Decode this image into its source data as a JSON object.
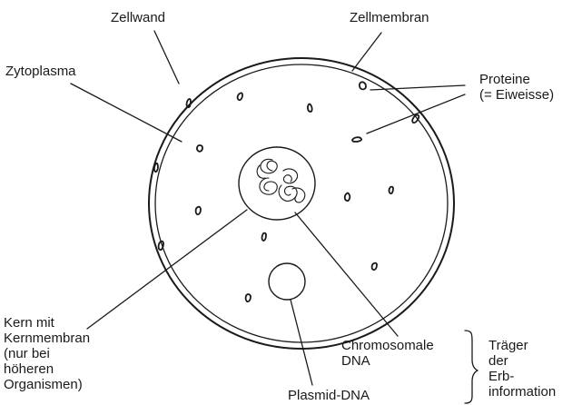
{
  "labels": {
    "zellwand": "Zellwand",
    "zellmembran": "Zellmembran",
    "zytoplasma": "Zytoplasma",
    "proteine": [
      "Proteine",
      "(= Eiweisse)"
    ],
    "kern": [
      "Kern mit",
      "Kernmembran",
      "(nur bei",
      "höheren",
      "Organismen)"
    ],
    "chromosomale": [
      "Chromosomale",
      "DNA"
    ],
    "plasmid": "Plasmid-DNA",
    "traeger": [
      "Träger",
      "der",
      "Erb-",
      "information"
    ]
  },
  "colors": {
    "line": "#1a1a1a",
    "background": "#ffffff"
  }
}
